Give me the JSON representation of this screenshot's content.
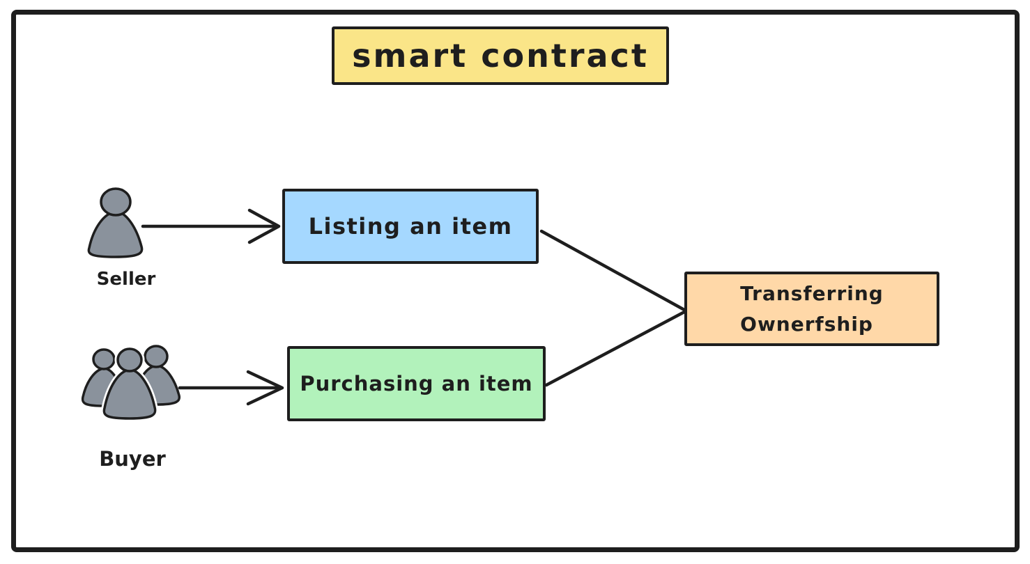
{
  "canvas": {
    "background": "#ffffff",
    "frame_color": "#1e1e1e",
    "stroke_color": "#1e1e1e"
  },
  "title": {
    "text": "smart contract",
    "fill": "#fae588"
  },
  "actors": {
    "seller": {
      "label": "Seller",
      "icon": "person-icon",
      "fill": "#8a929c"
    },
    "buyer": {
      "label": "Buyer",
      "icon": "people-group-icon",
      "fill": "#8a929c"
    }
  },
  "nodes": {
    "listing": {
      "label": "Listing an item",
      "fill": "#a5d8ff"
    },
    "purchasing": {
      "label": "Purchasing an item",
      "fill": "#b2f2bb"
    },
    "transferring": {
      "line1": "Transferring",
      "line2": "Ownerfship",
      "fill": "#ffd8a8"
    }
  },
  "edges": [
    {
      "from": "seller",
      "to": "listing",
      "type": "arrow"
    },
    {
      "from": "buyer",
      "to": "purchasing",
      "type": "arrow"
    },
    {
      "from": "listing",
      "to": "transferring",
      "type": "line"
    },
    {
      "from": "purchasing",
      "to": "transferring",
      "type": "line"
    }
  ]
}
